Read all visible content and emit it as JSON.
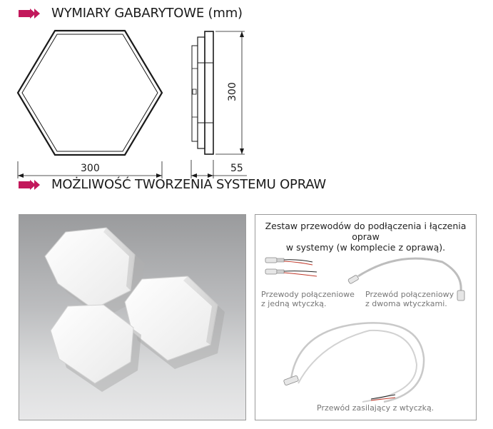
{
  "section1": {
    "title": "WYMIARY GABARYTOWE (mm)"
  },
  "dimensions": {
    "width": "300",
    "height": "300",
    "depth": "55"
  },
  "section2": {
    "title": "MOŻLIWOŚĆ TWORZENIA SYSTEMU OPRAW"
  },
  "kit": {
    "title_line1": "Zestaw przewodów do podłączenia i łączenia opraw",
    "title_line2": "w systemy (w komplecie z oprawą).",
    "caption1_line1": "Przewody połączeniowe",
    "caption1_line2": "z jedną wtyczką.",
    "caption2_line1": "Przewód połączeniowy",
    "caption2_line2": "z dwoma wtyczkami.",
    "caption3": "Przewód zasilający z wtyczką."
  },
  "colors": {
    "accent": "#c2185b",
    "line": "#1a1a1a",
    "caption": "#777777"
  }
}
